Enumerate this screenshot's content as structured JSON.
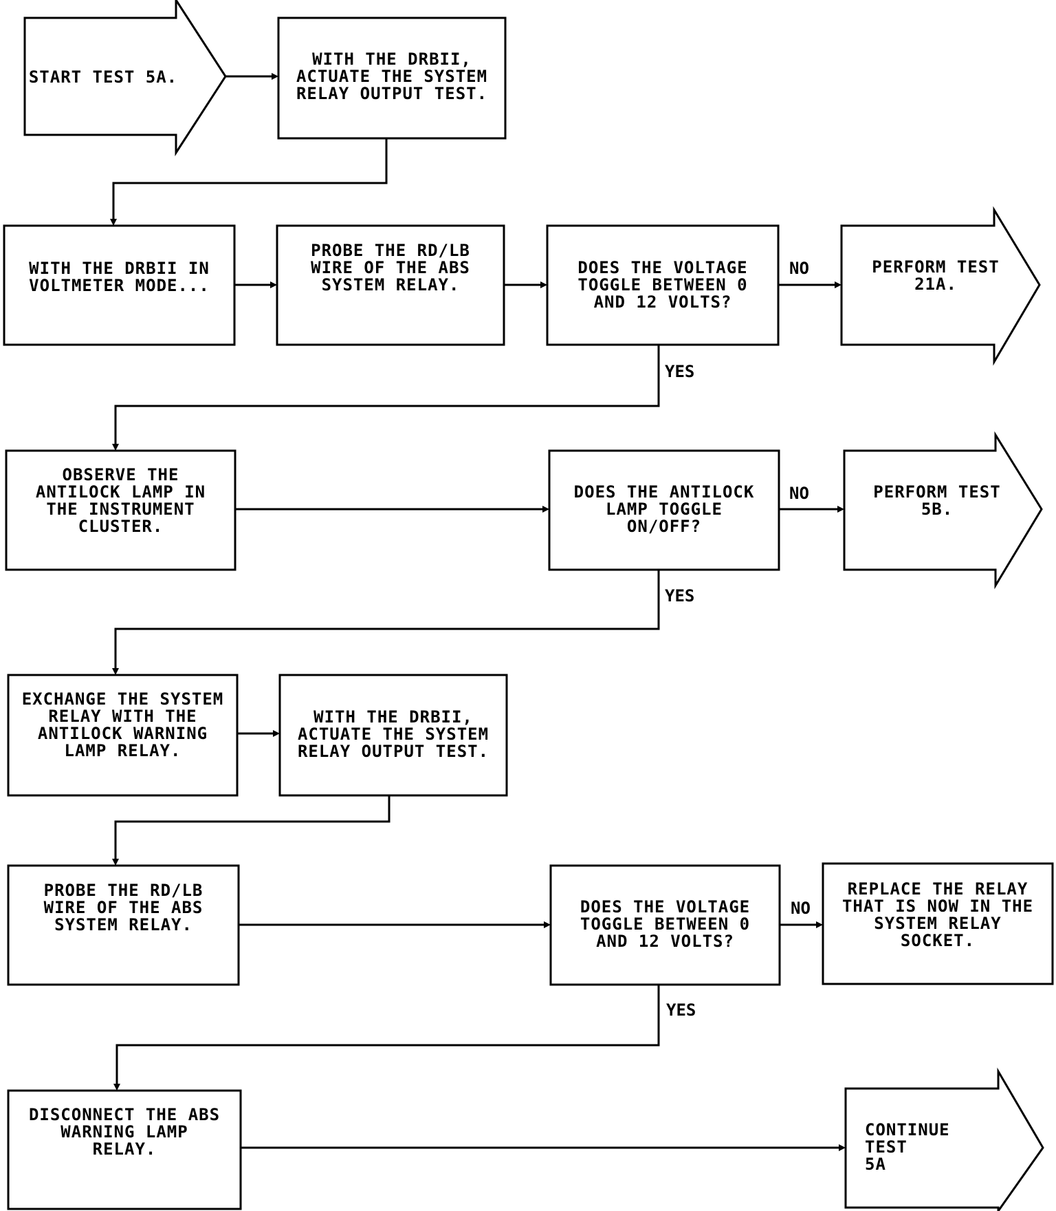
{
  "flowchart": {
    "start": "START TEST 5A.",
    "step1": "WITH THE DRBII,\nACTUATE THE SYSTEM\nRELAY OUTPUT TEST.",
    "step2": "WITH THE DRBII IN\nVOLTMETER MODE...",
    "step3": "PROBE THE RD/LB\nWIRE OF THE ABS\nSYSTEM RELAY.",
    "decision1": "DOES THE VOLTAGE\nTOGGLE BETWEEN 0\nAND 12 VOLTS?",
    "outcome1": "PERFORM TEST\n21A.",
    "step4": "OBSERVE THE\nANTILOCK LAMP IN\nTHE INSTRUMENT\nCLUSTER.",
    "decision2": "DOES THE ANTILOCK\nLAMP TOGGLE\nON/OFF?",
    "outcome2": "PERFORM TEST\n5B.",
    "step5": "EXCHANGE THE SYSTEM\nRELAY WITH THE\nANTILOCK WARNING\nLAMP RELAY.",
    "step6": "WITH THE DRBII,\nACTUATE THE SYSTEM\nRELAY OUTPUT TEST.",
    "step7": "PROBE THE RD/LB\nWIRE OF THE ABS\nSYSTEM RELAY.",
    "decision3": "DOES THE VOLTAGE\nTOGGLE BETWEEN 0\nAND 12 VOLTS?",
    "outcome3": "REPLACE THE RELAY\nTHAT IS NOW IN THE\nSYSTEM RELAY\nSOCKET.",
    "step8": "DISCONNECT THE ABS\nWARNING LAMP\nRELAY.",
    "end": "CONTINUE TEST\n5A",
    "no_label": "NO",
    "yes_label": "YES"
  }
}
